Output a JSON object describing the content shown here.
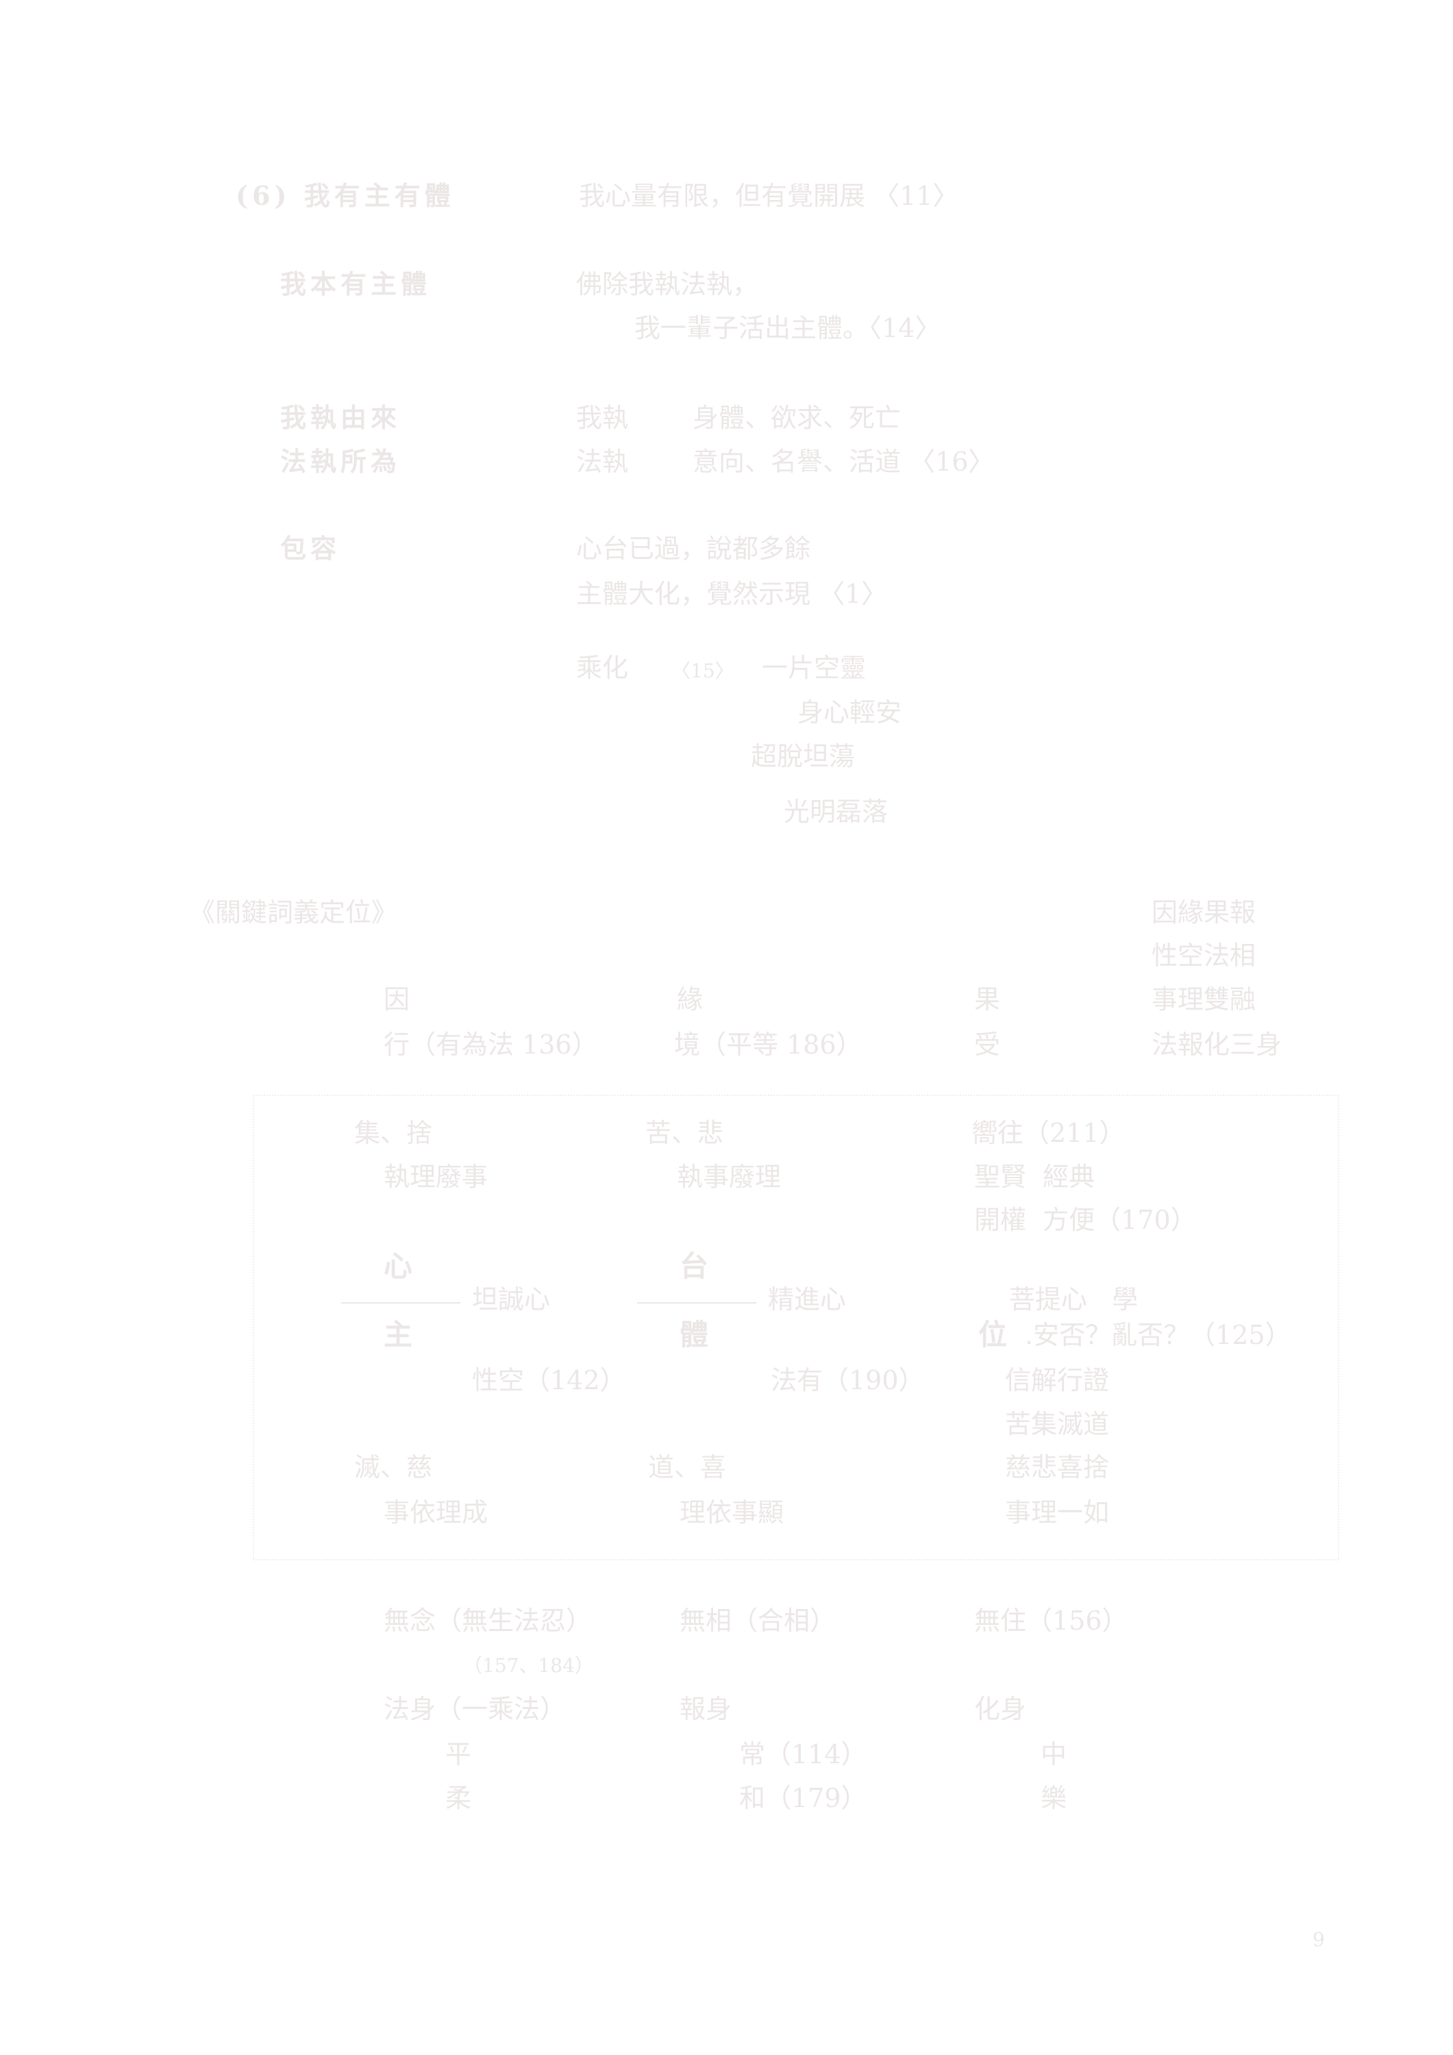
{
  "section6": {
    "heading": "(6) 我有主有體",
    "heading_text": "我心量有限，但有覺開展 〈11〉",
    "rows": [
      {
        "label": "我本有主體",
        "lines": [
          "佛除我執法執，",
          "我一輩子活出主體。〈14〉"
        ]
      },
      {
        "label": "我執由來",
        "term": "我執",
        "desc": "身體、欲求、死亡"
      },
      {
        "label": "法執所為",
        "term": "法執",
        "desc": "意向、名譽、活道 〈16〉"
      },
      {
        "label": "包容",
        "lines": [
          "心台已過，說都多餘",
          "主體大化，覺然示現 〈1〉"
        ]
      }
    ],
    "chenghua": {
      "term": "乘化",
      "ref": "〈15〉",
      "lines": [
        "一片空靈",
        "身心輕安",
        "超脫坦蕩",
        "光明磊落"
      ]
    }
  },
  "keywords": {
    "title": "《關鍵詞義定位》",
    "side": [
      "因緣果報",
      "性空法相",
      "事理雙融",
      "法報化三身"
    ],
    "headers": [
      "因",
      "緣",
      "果"
    ],
    "subheaders": [
      "行（有為法 136）",
      "境（平等 186）",
      "受"
    ],
    "box": {
      "r1": [
        "集、捨",
        "苦、悲",
        "嚮往（211）"
      ],
      "r2": [
        "執理廢事",
        "執事廢理",
        "聖賢  經典"
      ],
      "r3": "開權  方便（170）",
      "top_chars": [
        "心",
        "台"
      ],
      "mid": [
        "坦誠心",
        "精進心",
        "菩提心   學"
      ],
      "bottom_chars": [
        "主",
        "體",
        "位"
      ],
      "wei_text": ".安否？亂否？（125）",
      "r5": [
        "性空（142）",
        "法有（190）",
        "信解行證"
      ],
      "r6": "苦集滅道",
      "r7": [
        "滅、慈",
        "道、喜",
        "慈悲喜捨"
      ],
      "r8": [
        "事依理成",
        "理依事顯",
        "事理一如"
      ]
    },
    "lower": {
      "r1": [
        "無念（無生法忍）",
        "無相（合相）",
        "無住（156）"
      ],
      "r1_note": "（157、184）",
      "r2": [
        "法身（一乘法）",
        "報身",
        "化身"
      ],
      "r3": [
        "平",
        "常（114）",
        "中"
      ],
      "r4": [
        "柔",
        "和（179）",
        "樂"
      ]
    }
  },
  "page_number": "9"
}
